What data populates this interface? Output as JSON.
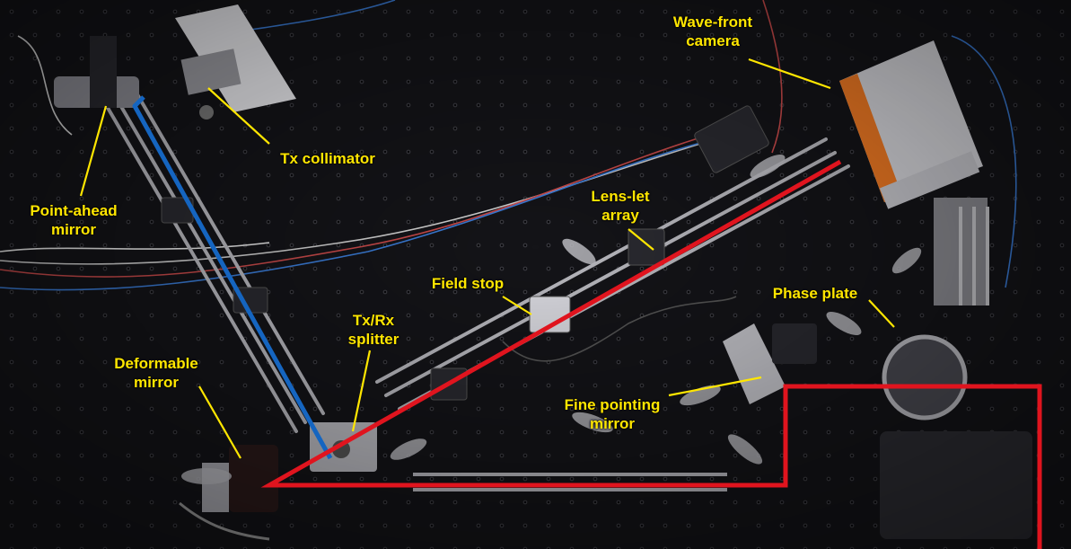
{
  "labels": {
    "wavefront_camera": "Wave-front\ncamera",
    "tx_collimator": "Tx collimator",
    "point_ahead_mirror": "Point-ahead\nmirror",
    "lenslet_array": "Lens-let\narray",
    "field_stop": "Field stop",
    "phase_plate": "Phase plate",
    "txrx_splitter": "Tx/Rx\nsplitter",
    "deformable_mirror": "Deformable\nmirror",
    "fine_pointing_mirror": "Fine pointing\nmirror"
  },
  "colors": {
    "background": "#0d0d0f",
    "label": "#ffe600",
    "tx_beam": "#1565c0",
    "rx_beam": "#e0141e"
  }
}
